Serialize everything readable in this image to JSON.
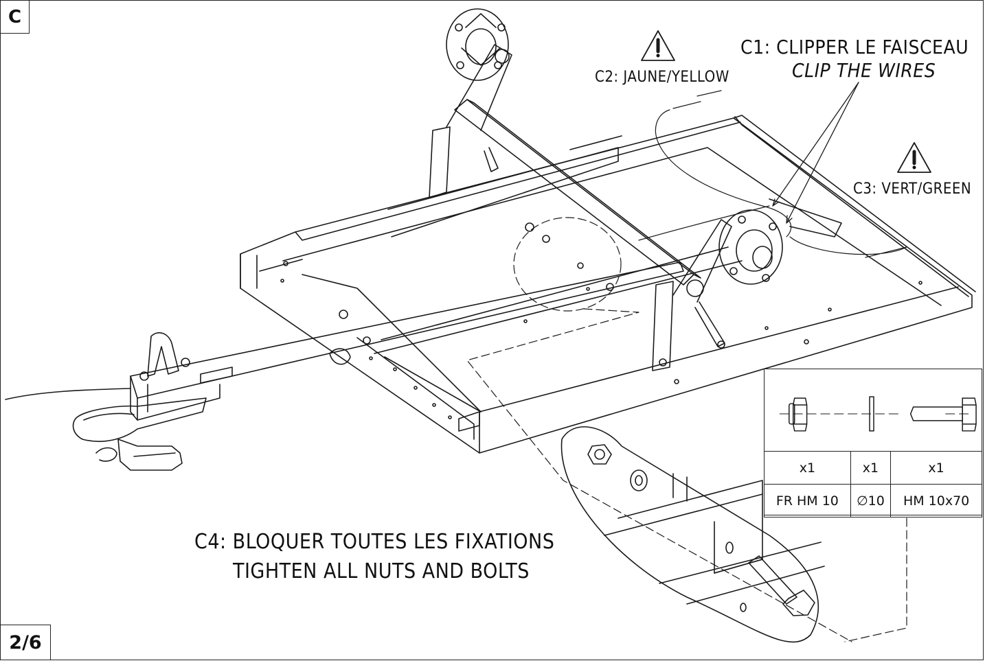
{
  "sheet": {
    "letter": "C",
    "page": "2/6"
  },
  "notes": {
    "c1_line1": "C1: CLIPPER LE FAISCEAU",
    "c1_line2": "CLIP THE WIRES",
    "c2": "C2: JAUNE/YELLOW",
    "c3": "C3: VERT/GREEN",
    "c4_line1": "C4: BLOQUER TOUTES LES FIXATIONS",
    "c4_line2": "TIGHTEN ALL NUTS AND BOLTS"
  },
  "parts_table": {
    "quantities": [
      "x1",
      "x1",
      "x1"
    ],
    "references": [
      "FR HM 10",
      "∅10",
      "HM 10x70"
    ]
  },
  "icons": [
    "warning-triangle-icon",
    "nut-icon",
    "washer-icon",
    "bolt-icon"
  ]
}
